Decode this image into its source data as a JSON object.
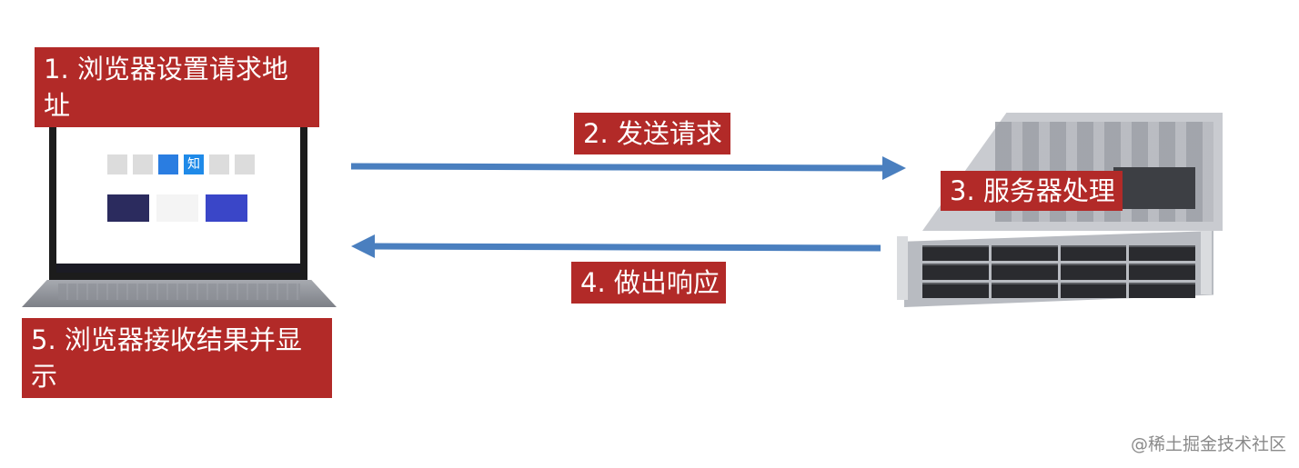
{
  "steps": {
    "step1": "1. 浏览器设置请求地址",
    "step2": "2. 发送请求",
    "step3": "3. 服务器处理",
    "step4": "4. 做出响应",
    "step5": "5. 浏览器接收结果并显示"
  },
  "laptop": {
    "tile_zhi": "知"
  },
  "watermark": "@稀土掘金技术社区",
  "colors": {
    "label_bg": "#b22a28",
    "arrow": "#4a7fbf"
  },
  "icons": {
    "client": "laptop-icon",
    "server": "server-icon"
  }
}
